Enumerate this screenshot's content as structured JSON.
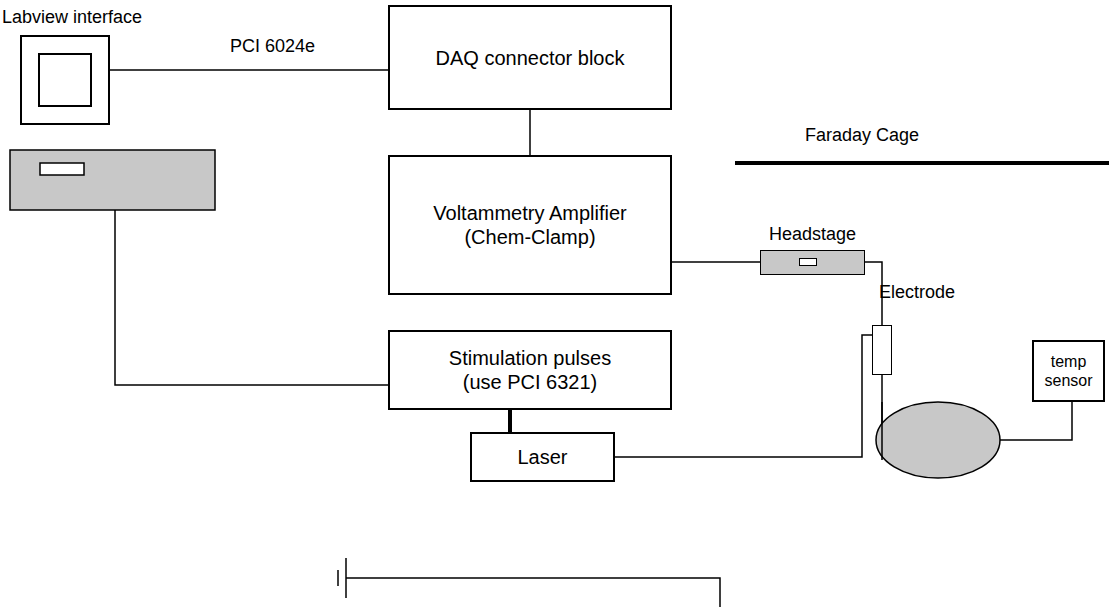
{
  "diagram": {
    "nodes": [
      {
        "text": [
          "Labview interface"
        ]
      },
      {
        "text": [
          "DAQ connector block"
        ]
      },
      {
        "text": [
          "Voltammetry Amplifier",
          "(Chem-Clamp)"
        ]
      },
      {
        "text": [
          "Headstage"
        ]
      },
      {
        "text": [
          "Electrode"
        ]
      },
      {
        "text": [
          "Stimulation pulses",
          "(use PCI 6321)"
        ]
      },
      {
        "text": [
          "Laser"
        ]
      },
      {
        "text": [
          "temp sensor"
        ]
      }
    ],
    "edges": [
      {
        "from": 0,
        "to": 1,
        "label": "PCI 6024e",
        "arrow": "none"
      },
      {
        "from": 1,
        "to": 2,
        "arrow": "none"
      },
      {
        "from": 2,
        "to": 3,
        "arrow": "none"
      },
      {
        "from": 3,
        "to": 4,
        "arrow": "none"
      },
      {
        "from": 5,
        "to": 6,
        "arrow": "none"
      },
      {
        "from": 6,
        "to": 4,
        "arrow": "none"
      }
    ],
    "labels": [
      "Faraday Cage"
    ]
  }
}
